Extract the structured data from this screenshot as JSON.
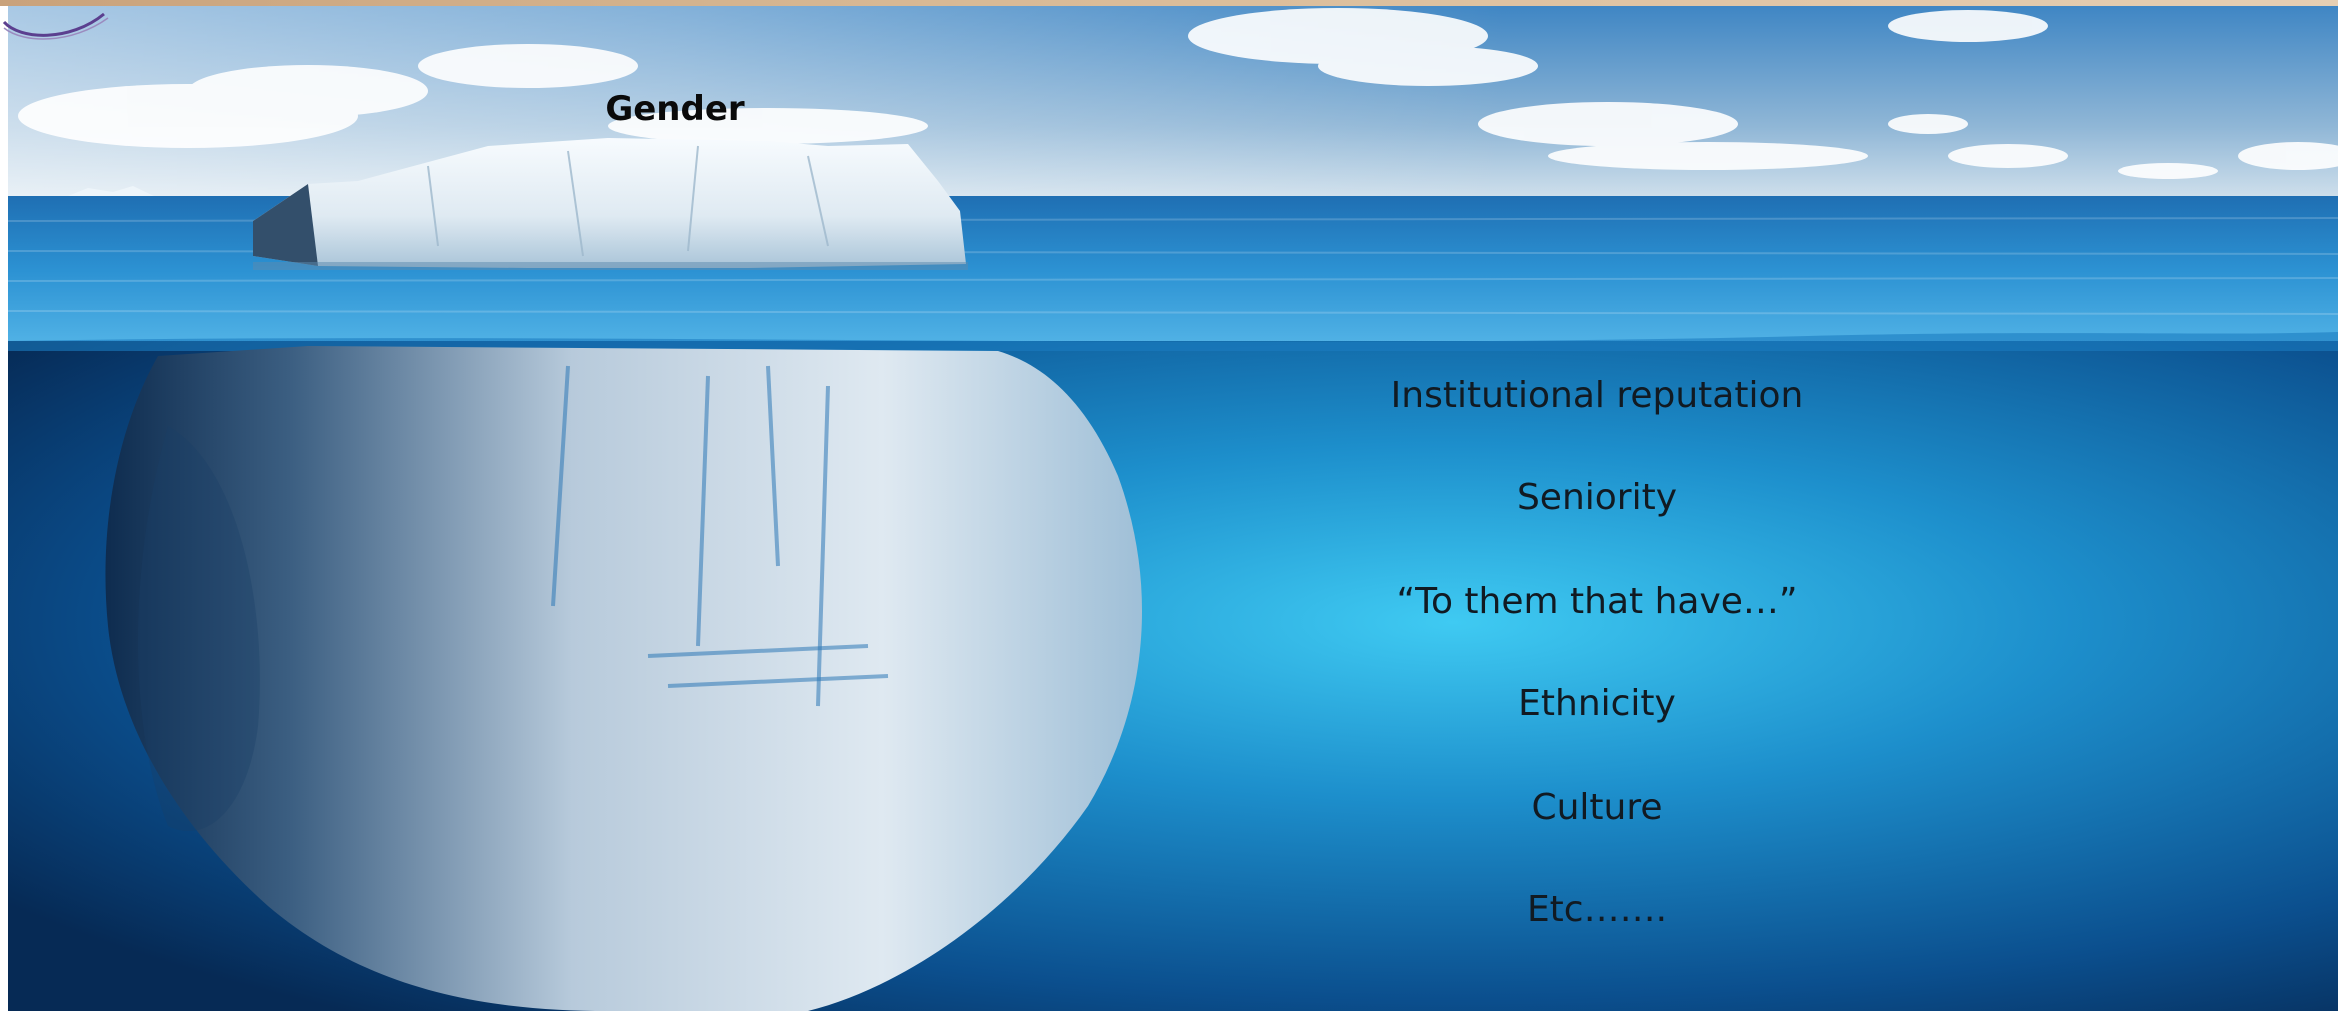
{
  "above_water": {
    "label": "Gender"
  },
  "below_water": {
    "items": [
      "Institutional reputation",
      "Seniority",
      "“To them that have…”",
      "Ethnicity",
      "Culture",
      "Etc……."
    ]
  },
  "colors": {
    "sky_top": "#3f86c4",
    "sky_horizon": "#d6e4ee",
    "sea_surface": "#2a8fd0",
    "deep_water": "#08305c",
    "glow_water": "#38c4ef",
    "ice_light": "#eef5fa",
    "ice_shadow": "#7fa8c6",
    "accent_rule": "#c9a27b"
  },
  "icons": {
    "corner": "circle-logo-fragment-icon"
  }
}
